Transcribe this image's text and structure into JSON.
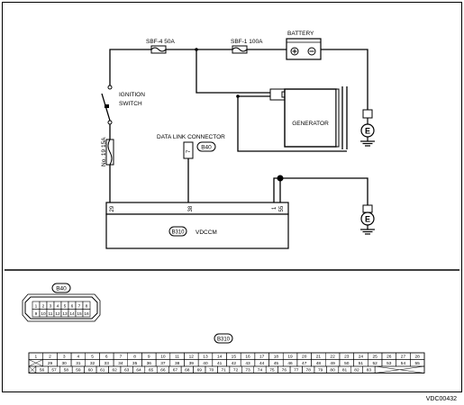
{
  "labels": {
    "fuse_sbf4": "SBF-4 50A",
    "fuse_sbf1": "SBF-1 100A",
    "battery": "BATTERY",
    "battery_plus": "⊕",
    "battery_minus": "⊖",
    "ignition_line1": "IGNITION",
    "ignition_line2": "SWITCH",
    "fuse_no19": "No. 19 15A",
    "dlc": "DATA LINK CONNECTOR",
    "generator": "GENERATOR",
    "ground_symbol": "E",
    "vdccm": "VDCCM",
    "pin_29": "29",
    "pin_38": "38",
    "pin_1": "1",
    "pin_55": "55",
    "pin_7": "7",
    "footer_code": "VDC00432"
  },
  "connectors": {
    "b40_label": "B40",
    "b310_label": "B310"
  },
  "b40": {
    "row1": [
      "1",
      "2",
      "3",
      "4",
      "5",
      "6",
      "7",
      "8"
    ],
    "row2": [
      "9",
      "10",
      "11",
      "12",
      "13",
      "14",
      "15",
      "16"
    ]
  },
  "b310": {
    "row1": [
      "1",
      "2",
      "3",
      "4",
      "5",
      "6",
      "7",
      "8",
      "9",
      "10",
      "11",
      "12",
      "13",
      "14",
      "15",
      "16",
      "17",
      "18",
      "19",
      "20",
      "21",
      "22",
      "23",
      "24",
      "25",
      "26",
      "27",
      "28"
    ],
    "row2": [
      "29",
      "30",
      "31",
      "32",
      "33",
      "34",
      "35",
      "36",
      "37",
      "38",
      "39",
      "40",
      "41",
      "42",
      "43",
      "44",
      "45",
      "46",
      "47",
      "48",
      "49",
      "50",
      "51",
      "52",
      "53",
      "54",
      "55"
    ],
    "row3": [
      "56",
      "57",
      "58",
      "59",
      "60",
      "61",
      "62",
      "63",
      "64",
      "65",
      "66",
      "67",
      "68",
      "69",
      "70",
      "71",
      "72",
      "73",
      "74",
      "75",
      "76",
      "77",
      "78",
      "79",
      "80",
      "81",
      "82",
      "83"
    ]
  }
}
